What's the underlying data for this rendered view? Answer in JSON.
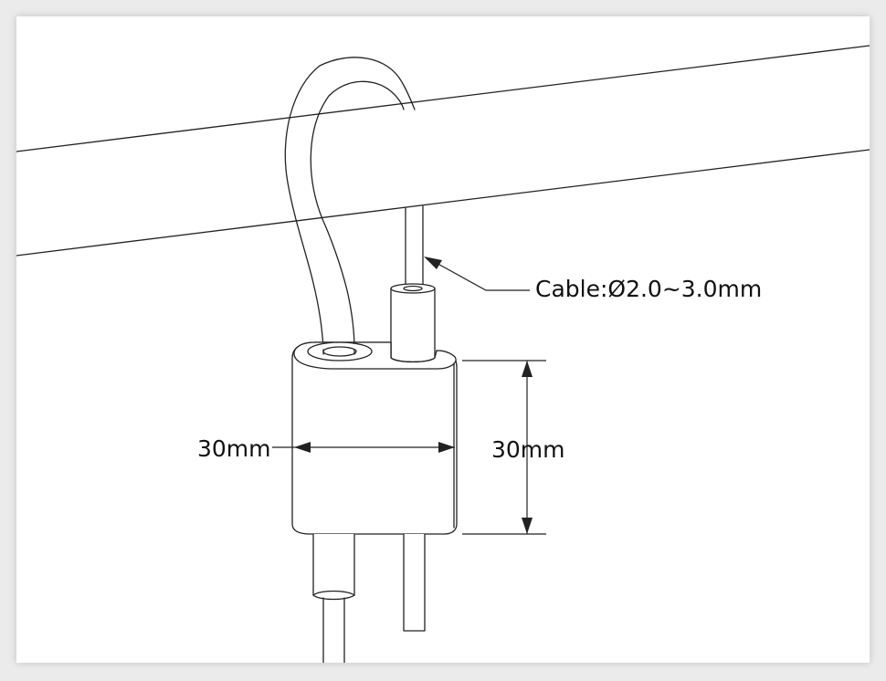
{
  "labels": {
    "cable_spec": "Cable:Ø2.0~3.0mm",
    "width": "30mm",
    "height": "30mm"
  },
  "colors": {
    "line": "#222222",
    "background": "#ffffff",
    "page": "#ebebeb"
  }
}
